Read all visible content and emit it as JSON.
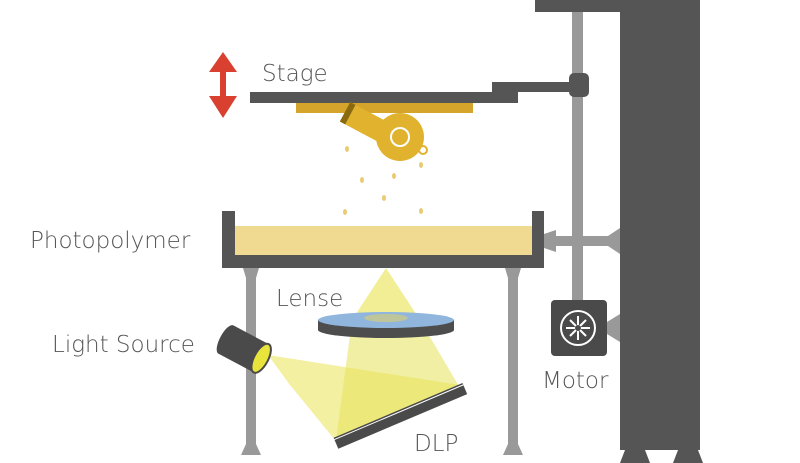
{
  "labels": {
    "stage": "Stage",
    "photopolymer": "Photopolymer",
    "lense": "Lense",
    "light_source": "Light Source",
    "dlp": "DLP",
    "motor": "Motor"
  },
  "colors": {
    "frame_dark": "#555555",
    "frame_gray": "#999999",
    "arrow": "#d9402f",
    "resin": "#f0da92",
    "printed_part": "#e0b22e",
    "lens_top": "#90b6de",
    "light": "#eeea7a"
  },
  "icons": [
    "up-down-arrow-icon",
    "whistle-print",
    "fan-icon"
  ]
}
